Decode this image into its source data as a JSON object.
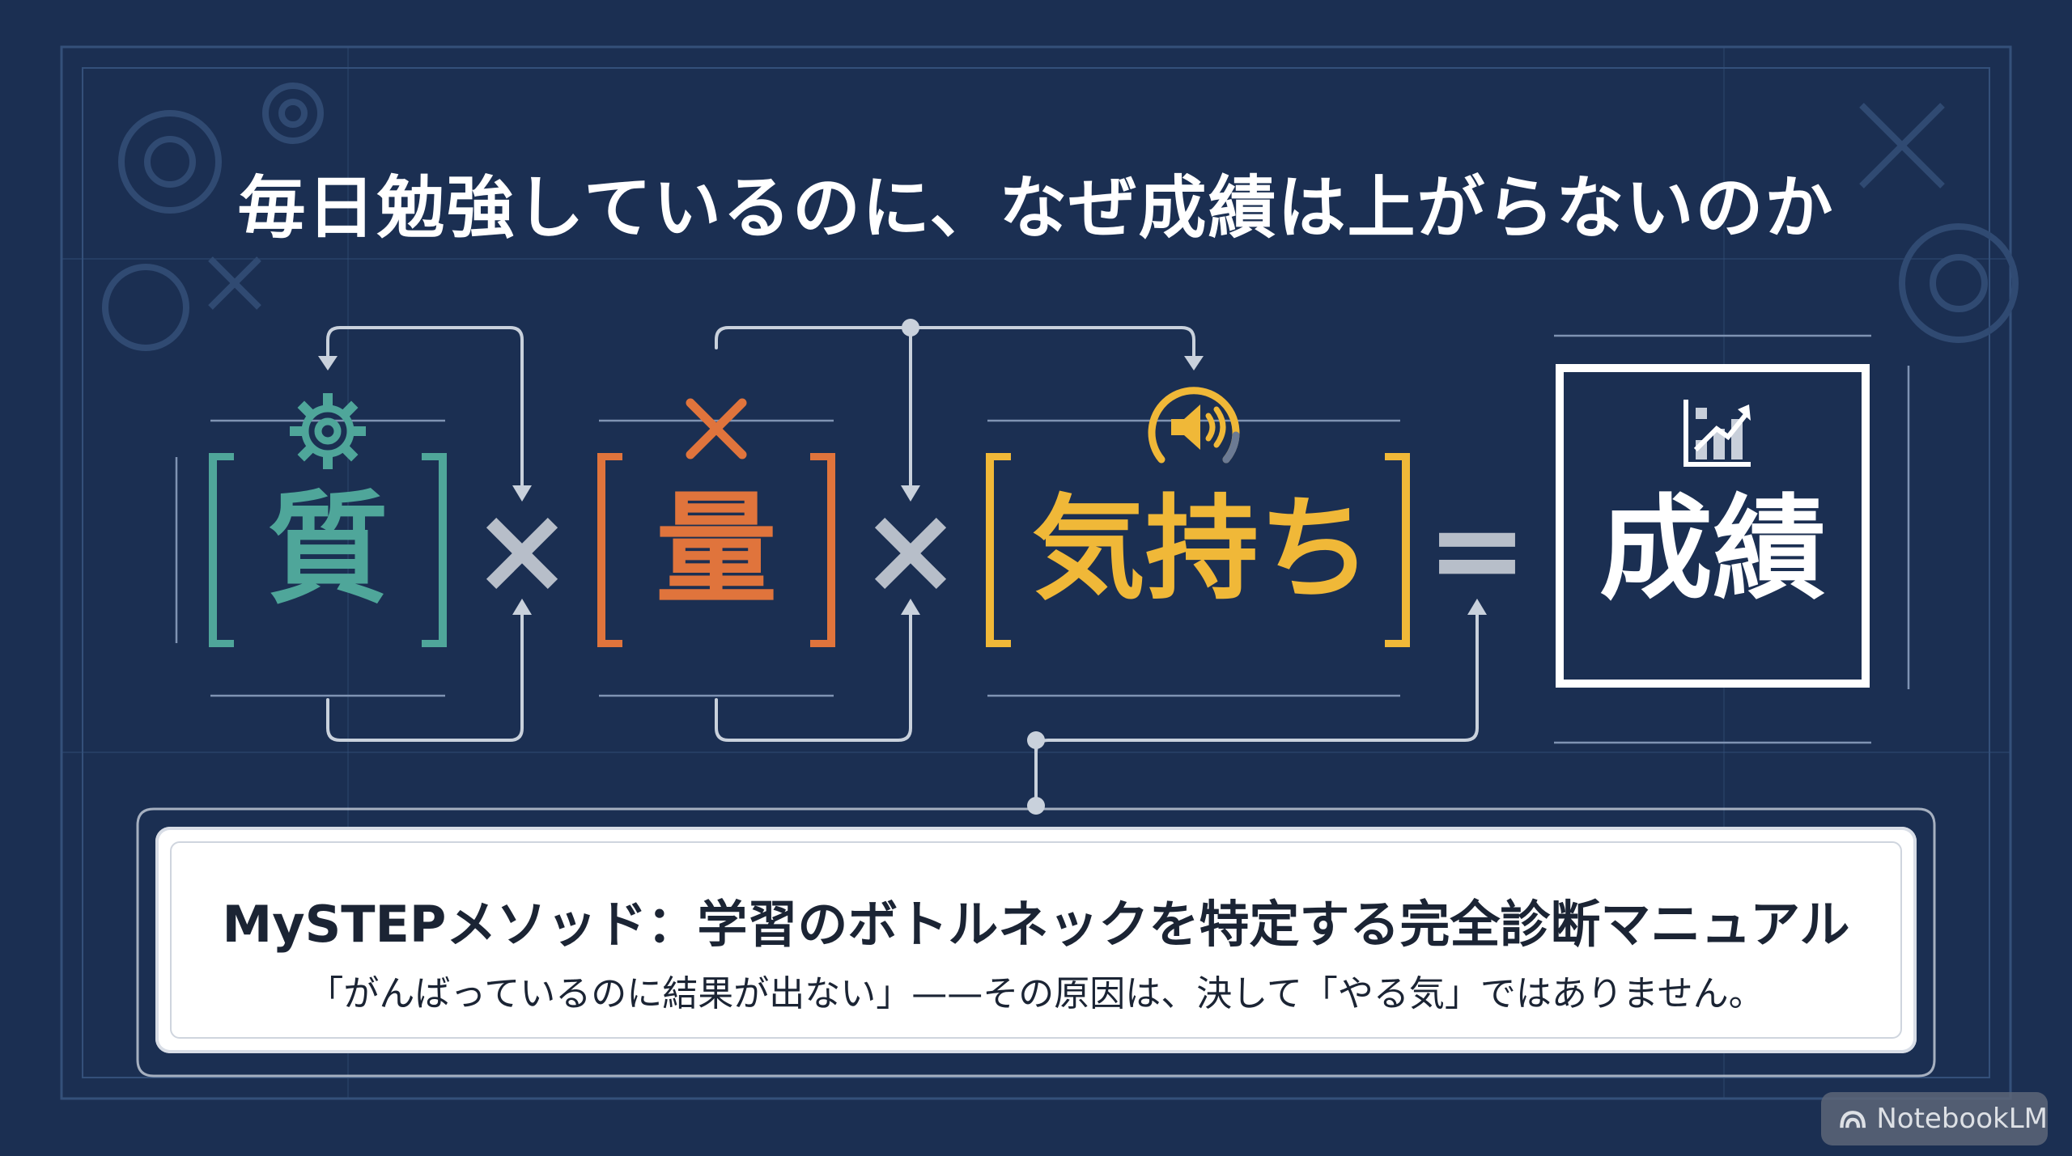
{
  "title": "毎日勉強しているのに、なぜ成績は上がらないのか",
  "equation": {
    "terms": [
      {
        "label": "質",
        "icon": "gear-icon",
        "color": "#4fa69a"
      },
      {
        "label": "量",
        "icon": "multiply-icon",
        "color": "#e0743c"
      },
      {
        "label": "気持ち",
        "icon": "speaker-icon",
        "color": "#f0b838"
      }
    ],
    "operators": [
      "×",
      "×",
      "="
    ],
    "result": {
      "label": "成績",
      "icon": "growth-chart-icon",
      "color": "#ffffff"
    }
  },
  "panel": {
    "title": "MySTEPメソッド：学習のボトルネックを特定する完全診断マニュアル",
    "subtitle": "「がんばっているのに結果が出ない」——その原因は、決して「やる気」ではありません。"
  },
  "watermark": "NotebookLM",
  "colors": {
    "background": "#1b2f52",
    "blueprint_line": "#3c5680",
    "connector": "#c9d1dc"
  }
}
